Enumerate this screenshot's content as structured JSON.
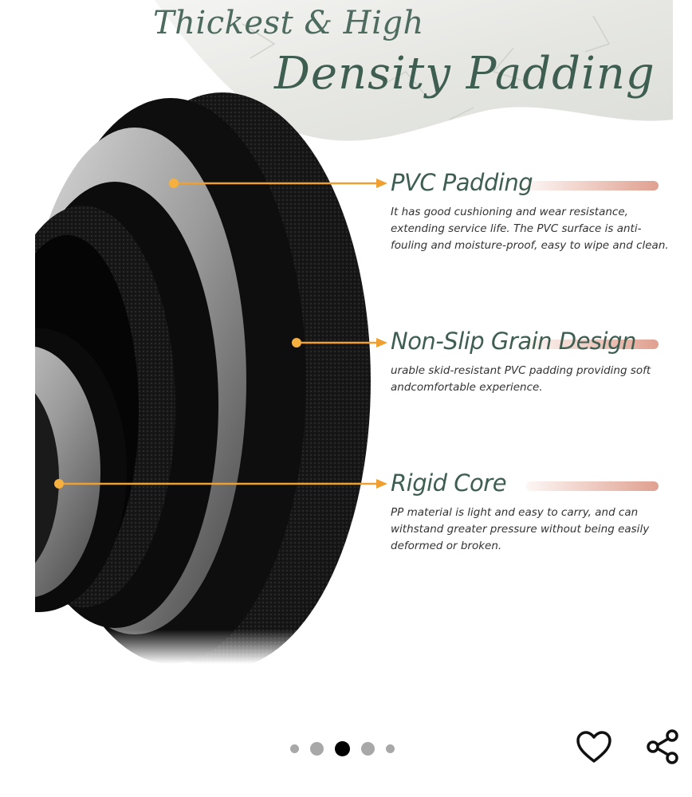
{
  "product_image": {
    "title_line1": "Thickest & High",
    "title_line2": "Density Padding",
    "features": [
      {
        "title": "PVC Padding",
        "description": "It has good cushioning and wear resistance, extending service life. The PVC surface is anti-fouling and moisture-proof, easy to wipe and clean."
      },
      {
        "title": "Non-Slip Grain Design",
        "description": "urable skid-resistant PVC padding providing soft andcomfortable experience."
      },
      {
        "title": "Rigid Core",
        "description": "PP material is light and easy to carry, and can withstand greater pressure without being easily deformed or broken."
      }
    ]
  },
  "carousel": {
    "total_images": 5,
    "active_index": 3
  },
  "actions": {
    "favorite_icon": "heart-icon",
    "share_icon": "share-icon"
  },
  "colors": {
    "title_green": "#3f5e52",
    "callout_orange": "#f0a030",
    "accent_bar": "#e0a090",
    "ring_black": "#111111",
    "active_dot": "#000000",
    "inactive_dot": "#a8a8a8"
  }
}
